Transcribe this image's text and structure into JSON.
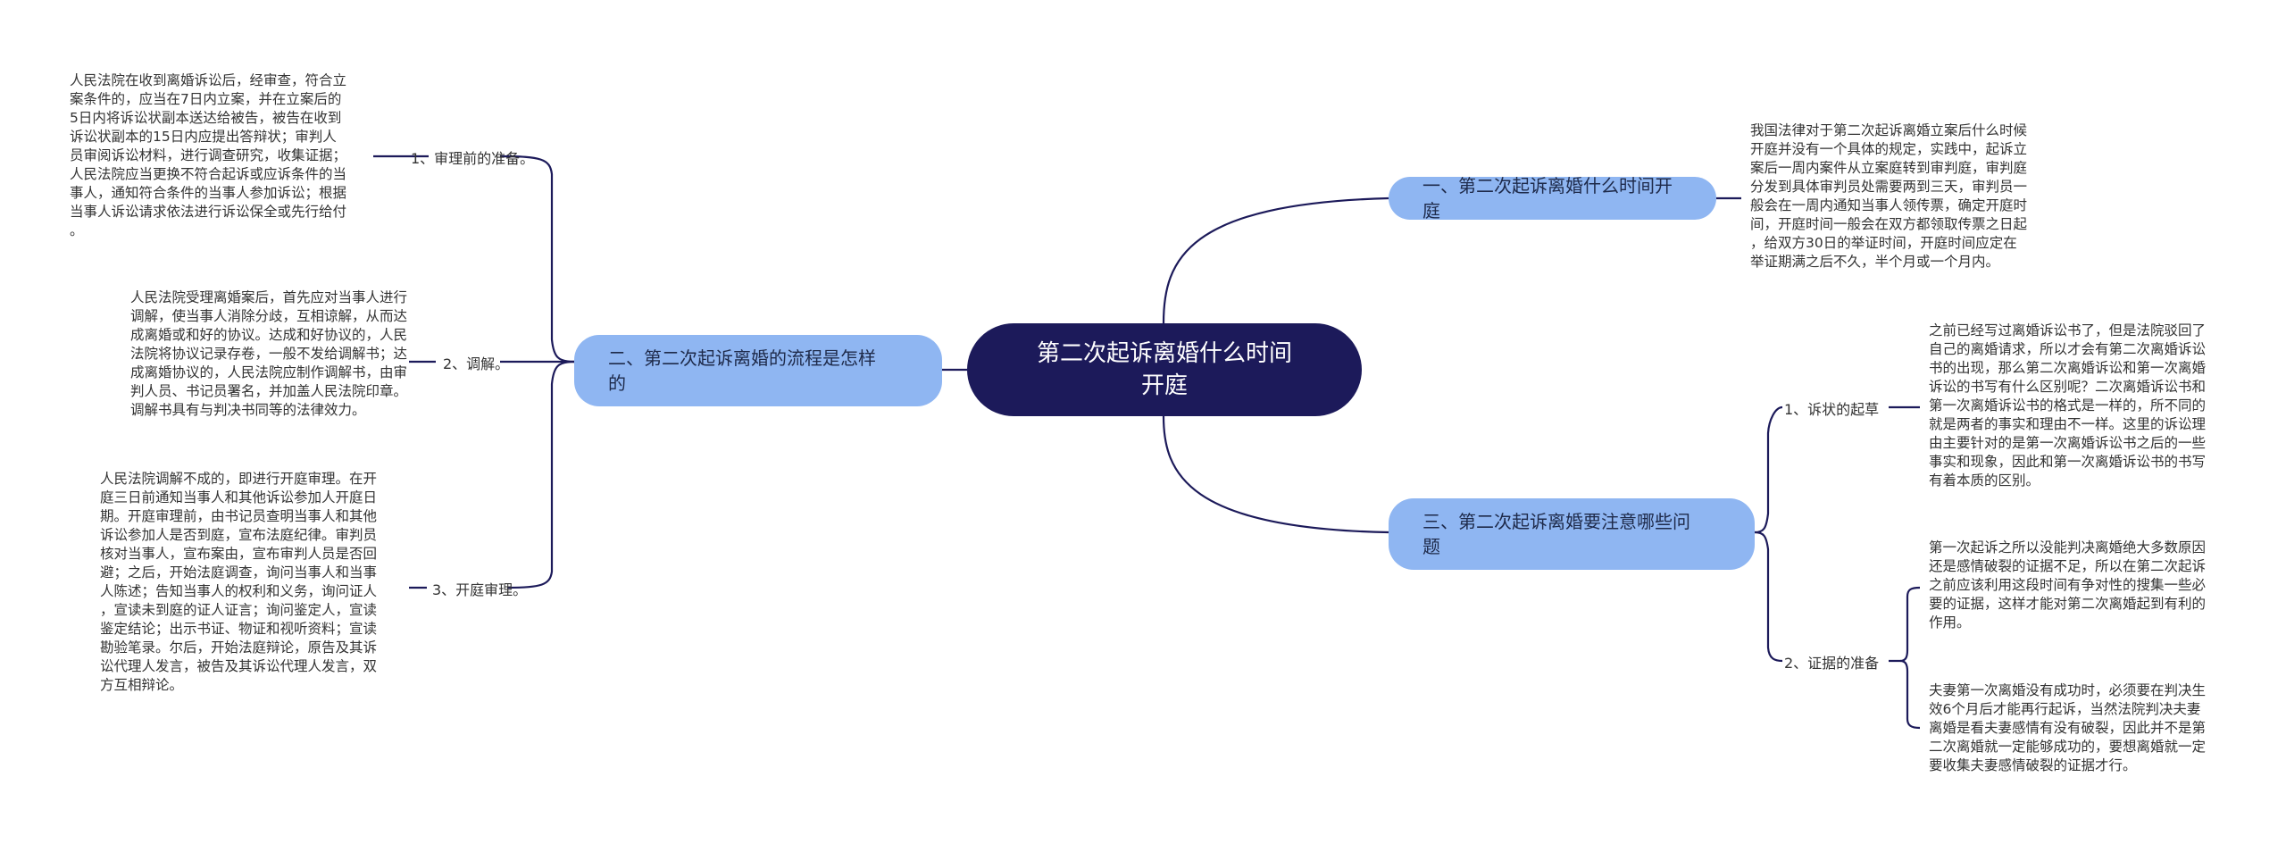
{
  "root": {
    "line1": "第二次起诉离婚什么时间",
    "line2": "开庭"
  },
  "branches": {
    "b1": {
      "label": "一、第二次起诉离婚什么时间开庭"
    },
    "b2": {
      "line1": "二、第二次起诉离婚的流程是怎样",
      "line2": "的"
    },
    "b3": {
      "line1": "三、第二次起诉离婚要注意哪些问",
      "line2": "题"
    }
  },
  "b1_text": [
    "我国法律对于第二次起诉离婚立案后什么时候",
    "开庭并没有一个具体的规定，实践中，起诉立",
    "案后一周内案件从立案庭转到审判庭，审判庭",
    "分发到具体审判员处需要两到三天，审判员一",
    "般会在一周内通知当事人领传票，确定开庭时",
    "间，开庭时间一般会在双方都领取传票之日起",
    "，给双方30日的举证时间，开庭时间应定在",
    "举证期满之后不久，半个月或一个月内。"
  ],
  "b2_children": [
    {
      "label": "1、审理前的准备。",
      "text": [
        "人民法院在收到离婚诉讼后，经审查，符合立",
        "案条件的，应当在7日内立案，并在立案后的",
        "5日内将诉讼状副本送达给被告，被告在收到",
        "诉讼状副本的15日内应提出答辩状；审判人",
        "员审阅诉讼材料，进行调查研究，收集证据；",
        "人民法院应当更换不符合起诉或应诉条件的当",
        "事人，通知符合条件的当事人参加诉讼；根据",
        "当事人诉讼请求依法进行诉讼保全或先行给付",
        "。"
      ]
    },
    {
      "label": "2、调解。",
      "text": [
        "人民法院受理离婚案后，首先应对当事人进行",
        "调解，使当事人消除分歧，互相谅解，从而达",
        "成离婚或和好的协议。达成和好协议的，人民",
        "法院将协议记录存卷，一般不发给调解书；达",
        "成离婚协议的，人民法院应制作调解书，由审",
        "判人员、书记员署名，并加盖人民法院印章。",
        "调解书具有与判决书同等的法律效力。"
      ]
    },
    {
      "label": "3、开庭审理。",
      "text": [
        "人民法院调解不成的，即进行开庭审理。在开",
        "庭三日前通知当事人和其他诉讼参加人开庭日",
        "期。开庭审理前，由书记员查明当事人和其他",
        "诉讼参加人是否到庭，宣布法庭纪律。审判员",
        "核对当事人，宣布案由，宣布审判人员是否回",
        "避；之后，开始法庭调查，询问当事人和当事",
        "人陈述；告知当事人的权利和义务，询问证人",
        "，宣读未到庭的证人证言；询问鉴定人，宣读",
        "鉴定结论；出示书证、物证和视听资料；宣读",
        "勘验笔录。尔后，开始法庭辩论，原告及其诉",
        "讼代理人发言，被告及其诉讼代理人发言，双",
        "方互相辩论。"
      ]
    }
  ],
  "b3_children": [
    {
      "label": "1、诉状的起草",
      "texts": [
        [
          "之前已经写过离婚诉讼书了，但是法院驳回了",
          "自己的离婚请求，所以才会有第二次离婚诉讼",
          "书的出现，那么第二次离婚诉讼和第一次离婚",
          "诉讼的书写有什么区别呢？二次离婚诉讼书和",
          "第一次离婚诉讼书的格式是一样的，所不同的",
          "就是两者的事实和理由不一样。这里的诉讼理",
          "由主要针对的是第一次离婚诉讼书之后的一些",
          "事实和现象，因此和第一次离婚诉讼书的书写",
          "有着本质的区别。"
        ]
      ]
    },
    {
      "label": "2、证据的准备",
      "texts": [
        [
          "第一次起诉之所以没能判决离婚绝大多数原因",
          "还是感情破裂的证据不足，所以在第二次起诉",
          "之前应该利用这段时间有争对性的搜集一些必",
          "要的证据，这样才能对第二次离婚起到有利的",
          "作用。"
        ],
        [
          "夫妻第一次离婚没有成功时，必须要在判决生",
          "效6个月后才能再行起诉，当然法院判决夫妻",
          "离婚是看夫妻感情有没有破裂，因此并不是第",
          "二次离婚就一定能够成功的，要想离婚就一定",
          "要收集夫妻感情破裂的证据才行。"
        ]
      ]
    }
  ],
  "colors": {
    "root": "#1c1a5a",
    "branch": "#8fb6f2",
    "line": "#1c1a5a"
  }
}
